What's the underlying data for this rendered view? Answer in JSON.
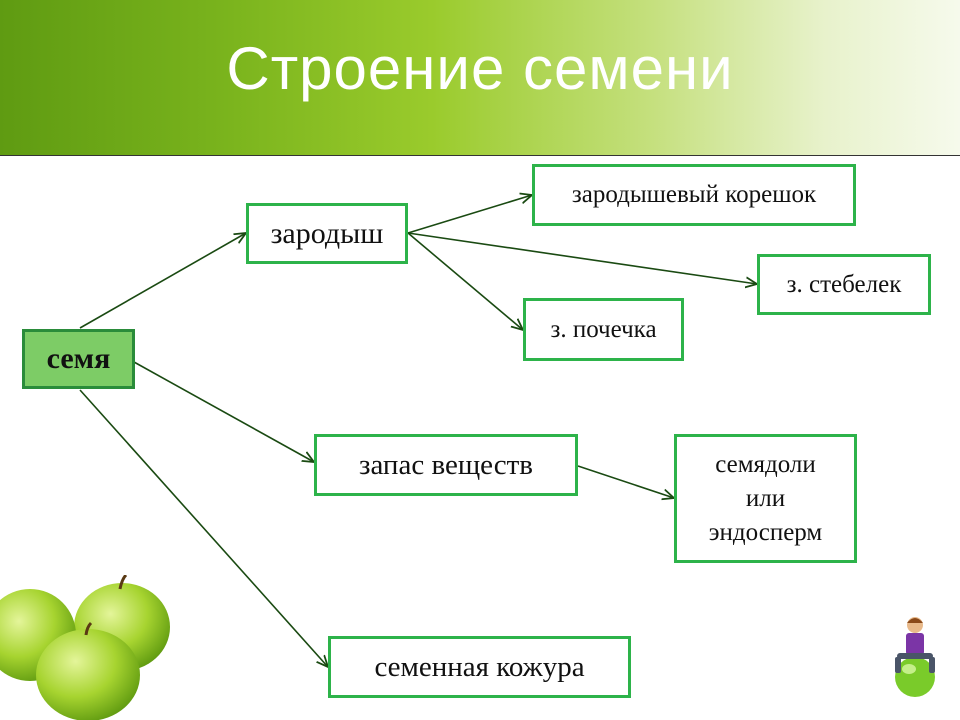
{
  "title": "Строение семени",
  "colors": {
    "box_border": "#2db34a",
    "root_fill": "#7dcc66",
    "arrow": "#1a4a12",
    "header_green": "#78b21c"
  },
  "nodes": {
    "root": "семя",
    "embryo": "зародыш",
    "radicle": "зародышевый корешок",
    "stem": "з. стебелек",
    "bud": "з. почечка",
    "reserve": "запас веществ",
    "cotyledons": [
      "семядоли",
      "или",
      "эндосперм"
    ],
    "coat": "семенная кожура"
  },
  "decorations": {
    "apples": "green-apples-image",
    "mascot": "person-on-ball-icon"
  }
}
